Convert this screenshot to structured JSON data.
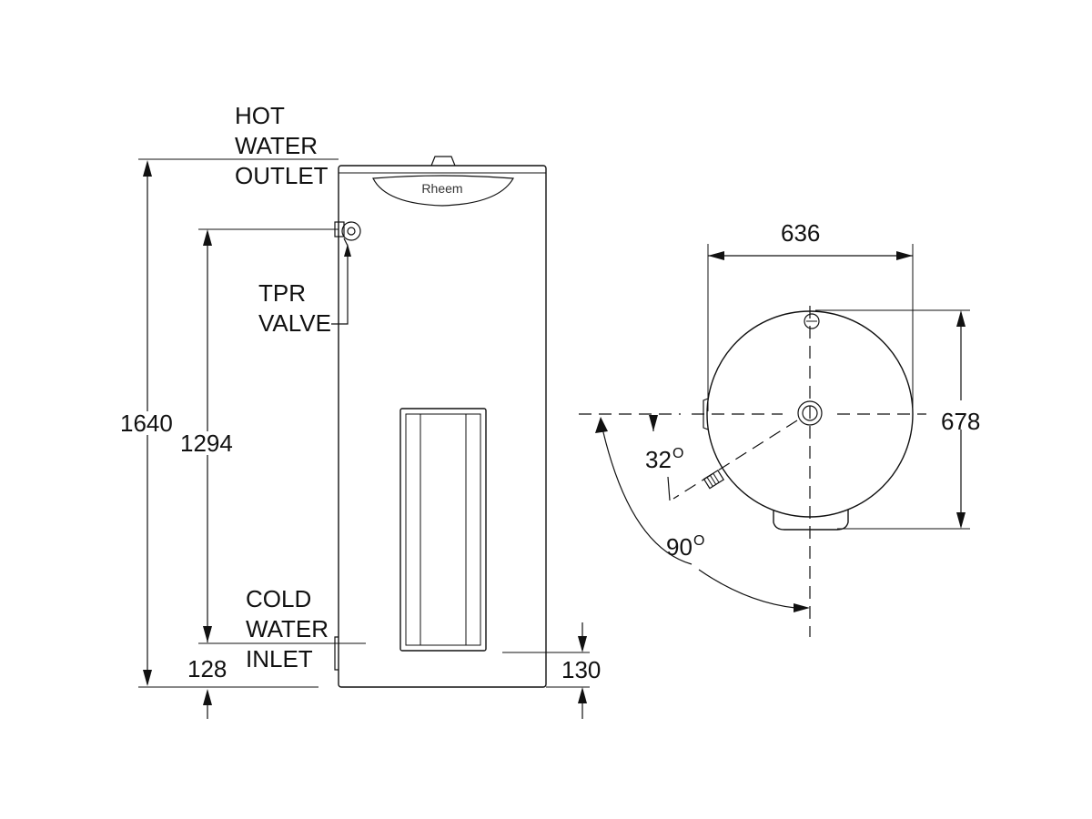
{
  "brand": "Rheem",
  "labels": {
    "hot_water_outlet": [
      "HOT",
      "WATER",
      "OUTLET"
    ],
    "tpr_valve": [
      "TPR",
      "VALVE"
    ],
    "cold_water_inlet": [
      "COLD",
      "WATER",
      "INLET"
    ]
  },
  "dimensions": {
    "overall_height": "1640",
    "tpr_height": "1294",
    "inlet_height": "128",
    "panel_base_height": "130",
    "diameter": "636",
    "depth": "678",
    "angle_outlet": "32",
    "angle_quadrant": "90",
    "degree_symbol": "O"
  }
}
